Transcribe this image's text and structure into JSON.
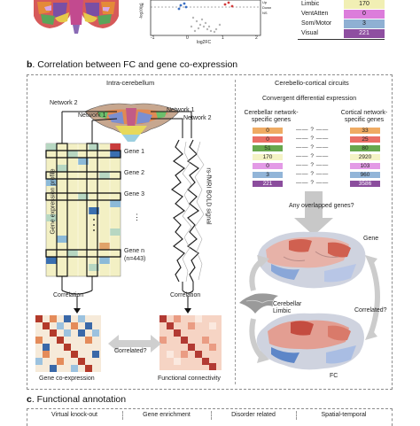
{
  "panel_a": {
    "volcano": {
      "xlabel": "log2FC",
      "ylabel": "-log10(p)",
      "ticks": [
        "-1",
        "0",
        "1",
        "2"
      ],
      "legend": [
        "Up",
        "Down",
        "NS"
      ]
    },
    "networks": [
      {
        "name": "Limbic",
        "count": "170",
        "color": "#f1efb4"
      },
      {
        "name": "VentAtten",
        "count": "0",
        "color": "#dc7ddb"
      },
      {
        "name": "Som/Motor",
        "count": "3",
        "color": "#8fb0d3"
      },
      {
        "name": "Visual",
        "count": "221",
        "color": "#8e4fa0"
      }
    ]
  },
  "panel_b": {
    "letter": "b",
    "title": ". Correlation between FC and gene co-expression",
    "left": {
      "header": "Intra-cerebellum",
      "network1": "Network 1",
      "network2": "Network 2",
      "genes": [
        "Gene 1",
        "Gene 2",
        "Gene 3",
        "Gene n",
        "(n=443)"
      ],
      "ylabel": "Gene expression profile",
      "signal_label": "rs-fMRI BOLD signal",
      "corr_label_left": "Correlation",
      "corr_label_right": "Correlation",
      "correlated": "Correlated?",
      "coexp": "Gene co-expression",
      "fc": "Functional connectivity"
    },
    "right": {
      "header": "Cerebello-cortical circuits",
      "subheader": "Convergent differential expression",
      "cb_header": "Cerebellar network-specific genes",
      "cx_header": "Cortical network-specific genes",
      "q": "?",
      "rows": [
        {
          "cb": "0",
          "cx": "33",
          "cb_color": "#efab63",
          "cx_color": "#efab63"
        },
        {
          "cb": "0",
          "cx": "25",
          "cb_color": "#ea6f66",
          "cx_color": "#ea6f66"
        },
        {
          "cb": "51",
          "cx": "80",
          "cb_color": "#68a84e",
          "cx_color": "#68a84e"
        },
        {
          "cb": "170",
          "cx": "2920",
          "cb_color": "#f4f3c5",
          "cx_color": "#f4f3c5"
        },
        {
          "cb": "0",
          "cx": "103",
          "cb_color": "#e39ae6",
          "cx_color": "#e39ae6"
        },
        {
          "cb": "3",
          "cx": "960",
          "cb_color": "#92b5d8",
          "cx_color": "#92b5d8"
        },
        {
          "cb": "221",
          "cx": "3586",
          "cb_color": "#8b4d9d",
          "cx_color": "#8b4d9d"
        }
      ],
      "overlap": "Any overlapped genes?",
      "gene": "Gene",
      "cereb_limbic": "Cerebellar Limbic",
      "correlated": "Correlated?",
      "fc": "FC"
    }
  },
  "panel_c": {
    "letter": "c",
    "title": ". Functional annotation",
    "columns": [
      "Virtual knock-out",
      "Gene enrichment",
      "Disorder related",
      "Spatial-temporal"
    ]
  }
}
